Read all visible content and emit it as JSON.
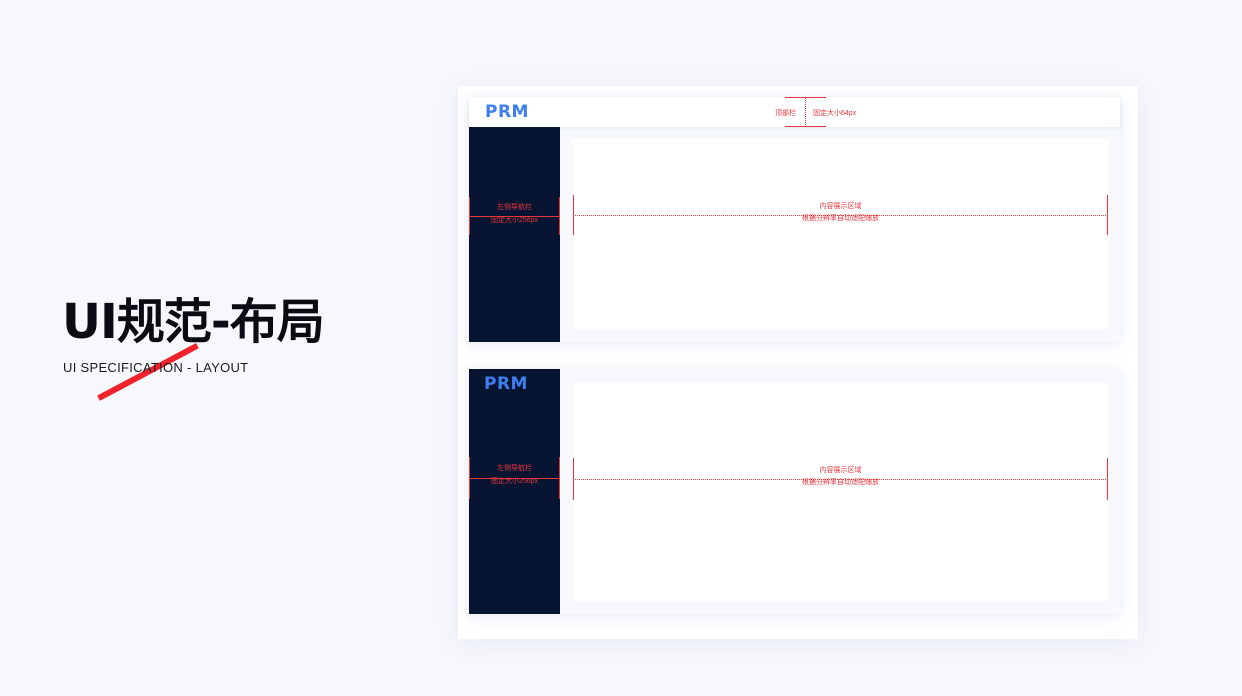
{
  "title": {
    "main": "UI规范-布局",
    "subtitle": "UI SPECIFICATION - LAYOUT"
  },
  "brand_color": "#3d7ef0",
  "accent_red": "#f0232c",
  "sidebar_color": "#071533",
  "mockups": {
    "top": {
      "logo": "PRM",
      "header_label": "顶部栏",
      "header_size": "固定大小64px",
      "sidebar_label": "左侧导航栏",
      "sidebar_size": "固定大小256px",
      "content_label": "内容展示区域",
      "content_note": "根据分辨率自动适配缩放"
    },
    "bottom": {
      "logo": "PRM",
      "sidebar_label": "左侧导航栏",
      "sidebar_size": "固定大小256px",
      "content_label": "内容展示区域",
      "content_note": "根据分辨率自动适配缩放"
    }
  }
}
